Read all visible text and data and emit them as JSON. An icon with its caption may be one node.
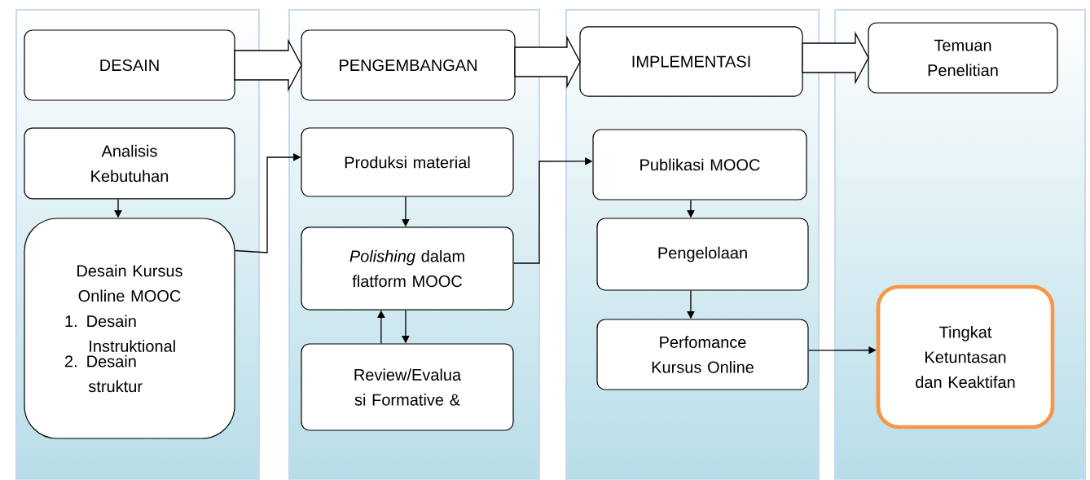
{
  "diagram": {
    "nodes": [
      {
        "text": [
          "DESAIN"
        ]
      },
      {
        "text": [
          "PENGEMBANGAN"
        ]
      },
      {
        "text": [
          "IMPLEMENTASI"
        ]
      },
      {
        "text": [
          "Temuan Penelitian"
        ]
      },
      {
        "text": [
          "Analisis Kebutuhan"
        ]
      },
      {
        "text": [
          "Desain Kursus Online MOOC",
          "1. Desain Instruktional",
          "2. Desain struktur"
        ]
      },
      {
        "text": [
          "Produksi material"
        ]
      },
      {
        "text": [
          "*Polishing* dalam flatform MOOC"
        ]
      },
      {
        "text": [
          "Review/Evalua si Formative &"
        ]
      },
      {
        "text": [
          "Publikasi MOOC"
        ]
      },
      {
        "text": [
          "Pengelolaan"
        ]
      },
      {
        "text": [
          "Perfomance Kursus Online"
        ]
      },
      {
        "text": [
          "Tingkat Ketuntasan dan Keaktifan"
        ]
      }
    ],
    "edges": [
      {
        "from": 0,
        "to": 1,
        "arrow": "to"
      },
      {
        "from": 1,
        "to": 2,
        "arrow": "to"
      },
      {
        "from": 2,
        "to": 3,
        "arrow": "to"
      },
      {
        "from": 4,
        "to": 5,
        "arrow": "to"
      },
      {
        "from": 5,
        "to": 6,
        "arrow": "to"
      },
      {
        "from": 6,
        "to": 7,
        "arrow": "to"
      },
      {
        "from": 7,
        "to": 8,
        "arrow": "to"
      },
      {
        "from": 8,
        "to": 7,
        "arrow": "to"
      },
      {
        "from": 7,
        "to": 9,
        "arrow": "to"
      },
      {
        "from": 9,
        "to": 10,
        "arrow": "to"
      },
      {
        "from": 10,
        "to": 11,
        "arrow": "to"
      },
      {
        "from": 11,
        "to": 12,
        "arrow": "to"
      }
    ]
  }
}
